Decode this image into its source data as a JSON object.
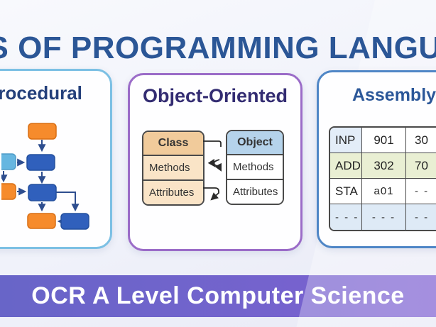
{
  "page": {
    "title": "TYPES OF PROGRAMMING LANGUAGES",
    "footer": "OCR A Level Computer Science"
  },
  "colors": {
    "title_navy": "#2B5696",
    "procedural_border": "#7CC0E4",
    "oop_border": "#9B6CC8",
    "assembly_border": "#4F86C6",
    "banner_purple_left": "#6865C8",
    "banner_purple_right": "#7E5FD2",
    "flow_orange": "#F68B2C",
    "flow_blue": "#3060BC",
    "flow_lightblue": "#66B6E0",
    "class_header_bg": "#F1CB9B",
    "class_row_bg": "#FAE4C7",
    "object_header_bg": "#B5D3EB",
    "asm_row_green": "#E9EFD3",
    "asm_row_blue": "#DEEAF6"
  },
  "cards": {
    "procedural": {
      "title": "Procedural"
    },
    "oop": {
      "title": "Object-Oriented",
      "class_table": {
        "header": "Class",
        "rows": [
          "Methods",
          "Attributes"
        ]
      },
      "object_table": {
        "header": "Object",
        "rows": [
          "Methods",
          "Attributes"
        ]
      }
    },
    "assembly": {
      "title": "Assembly",
      "table": {
        "rows": [
          [
            "INP",
            "901",
            "30"
          ],
          [
            "ADD",
            "302",
            "70"
          ],
          [
            "STA",
            "a01",
            "- -"
          ],
          [
            "- - -",
            "- - -",
            "- -"
          ]
        ]
      }
    }
  }
}
